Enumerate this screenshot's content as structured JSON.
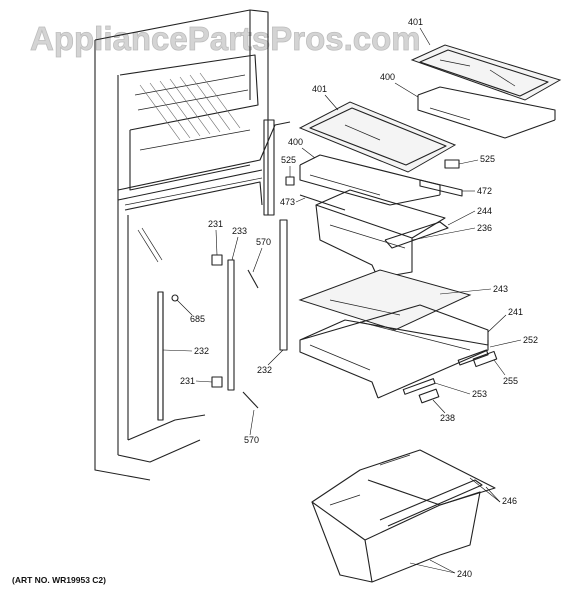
{
  "watermark": "AppliancePartsPros.com",
  "art_number": "(ART NO. WR19953  C2)",
  "part_labels": [
    "401",
    "400",
    "401",
    "400",
    "525",
    "525",
    "472",
    "473",
    "244",
    "236",
    "231",
    "233",
    "570",
    "685",
    "232",
    "243",
    "241",
    "252",
    "232",
    "231",
    "253",
    "255",
    "238",
    "570",
    "246",
    "240"
  ]
}
